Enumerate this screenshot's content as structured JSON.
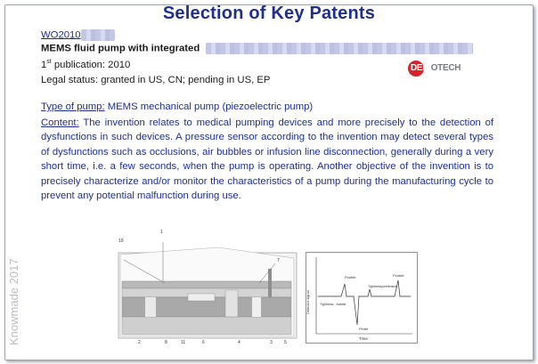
{
  "title": "Selection of Key Patents",
  "watermark": "Knowmade 2017",
  "patent": {
    "number": "WO2010",
    "name": "MEMS fluid pump with integrated",
    "pub_prefix": "1",
    "pub_sup": "st",
    "pub_rest": " publication: 2010",
    "legal_status": "Legal status: granted in US, CN; pending in US, EP",
    "pump_label": "Type of pump:",
    "pump_value": " MEMS mechanical pump (piezoelectric pump)",
    "content_label": "Content:",
    "content_text": " The invention relates to medical pumping devices and more precisely to the detection of dysfunctions in such devices. A pressure sensor according to the invention may detect several types of dysfunctions such as occlusions, air bubbles or infusion line disconnection, generally during a very short time, i.e. a few seconds, when the pump is operating. Another objective of the invention is to precisely characterize and/or monitor the characteristics of a pump during the manufacturing cycle to prevent any potential malfunction during use."
  },
  "logo": {
    "part1": "DEBI",
    "part2": "OTECH"
  },
  "figure_left": {
    "labels": [
      "19",
      "1",
      "7",
      "2",
      "8",
      "11",
      "6",
      "4",
      "3",
      "5"
    ]
  },
  "figure_right": {
    "ylabel": "Detector signal",
    "xlabel": "Time",
    "annotations": [
      "Poutlet",
      "Poutlet",
      "Pinlet",
      "Tightness/pretension",
      "Tightness - bubble"
    ]
  }
}
